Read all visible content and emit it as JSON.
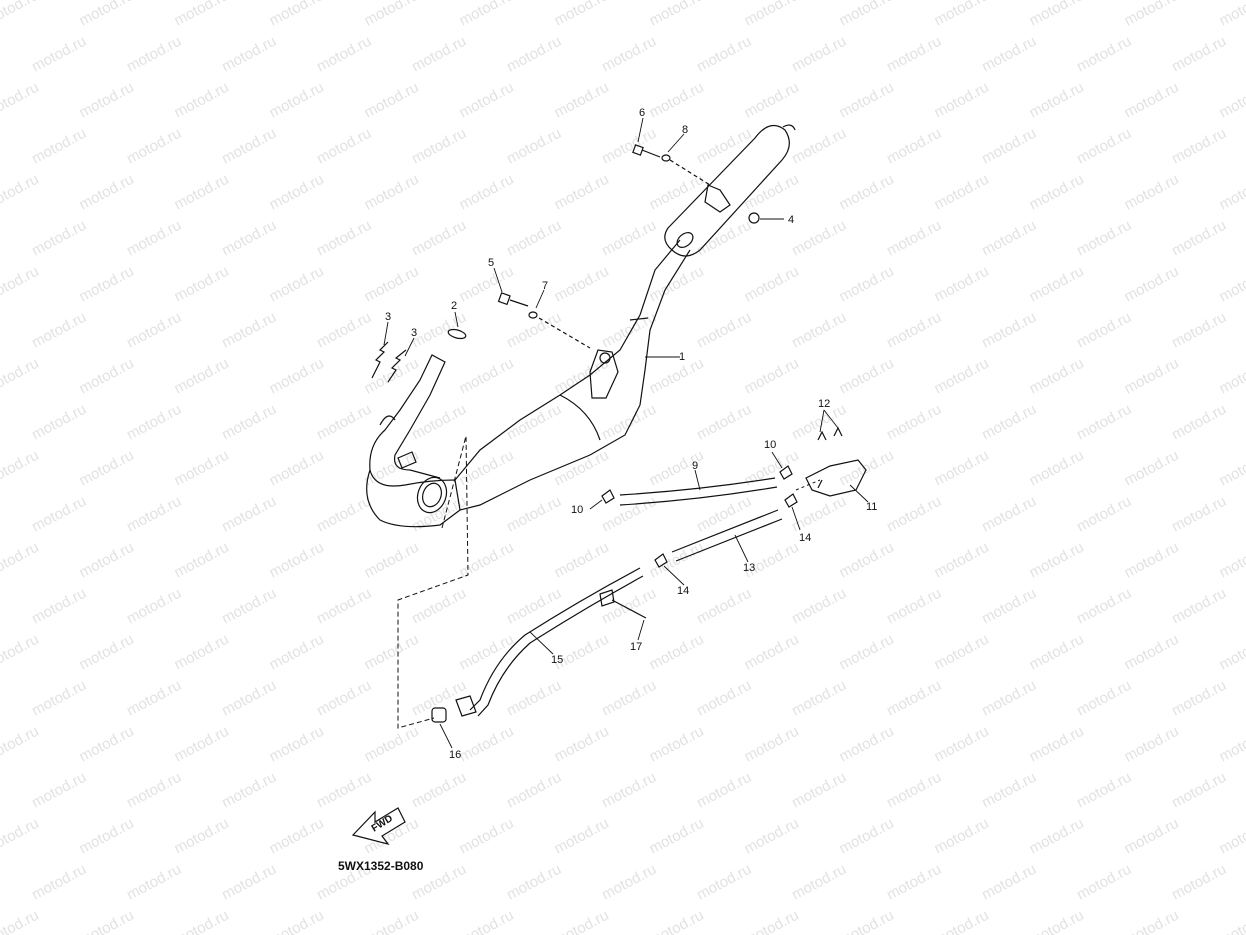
{
  "watermark": "motod.ru",
  "diagram_code": "5WX1352-B080",
  "fwd_label": "FWD",
  "callouts": [
    "1",
    "2",
    "3",
    "3",
    "4",
    "5",
    "6",
    "7",
    "8",
    "9",
    "10",
    "10",
    "11",
    "12",
    "13",
    "14",
    "14",
    "15",
    "16",
    "17"
  ]
}
